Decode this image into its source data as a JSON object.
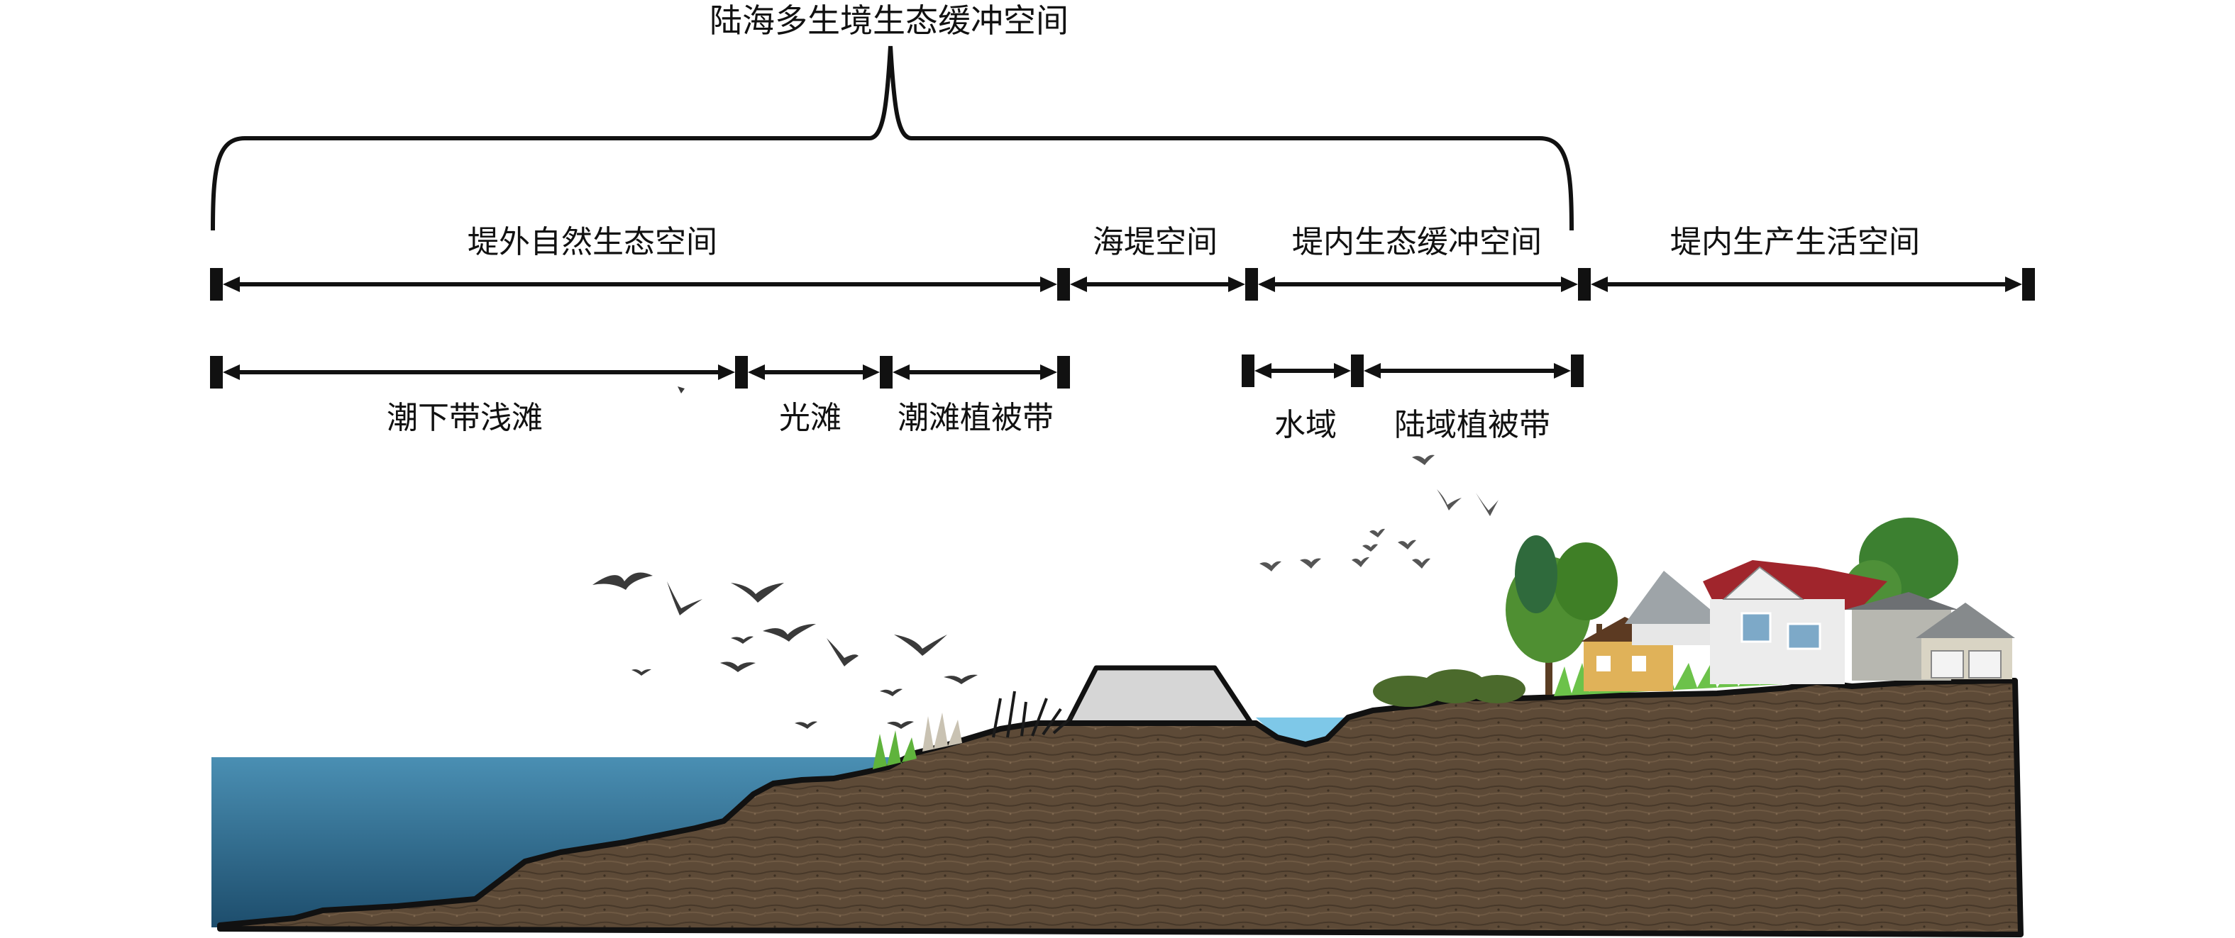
{
  "title": "陆海多生境生态缓冲空间",
  "zones_level1": [
    {
      "id": "outer-natural",
      "label": "堤外自然生态空间"
    },
    {
      "id": "seawall",
      "label": "海堤空间"
    },
    {
      "id": "inner-buffer",
      "label": "堤内生态缓冲空间"
    },
    {
      "id": "inner-production",
      "label": "堤内生产生活空间"
    }
  ],
  "zones_level2": [
    {
      "id": "subtidal",
      "label": "潮下带浅滩"
    },
    {
      "id": "mudflat",
      "label": "光滩"
    },
    {
      "id": "tidal-vegetation",
      "label": "潮滩植被带"
    },
    {
      "id": "water-area",
      "label": "水域"
    },
    {
      "id": "land-vegetation",
      "label": "陆域植被带"
    }
  ],
  "colors": {
    "sea_top": "#4a8fb3",
    "sea_bottom": "#1d4d6c",
    "soil": "#5d4a37",
    "soil_dark": "#3e3024",
    "outline": "#111111",
    "pond": "#7ec8e8",
    "grass": "#5fb33c",
    "seawall": "#d6d6d6"
  },
  "icons": [
    "bird-icon",
    "house-icon",
    "tree-icon",
    "grass-icon"
  ]
}
